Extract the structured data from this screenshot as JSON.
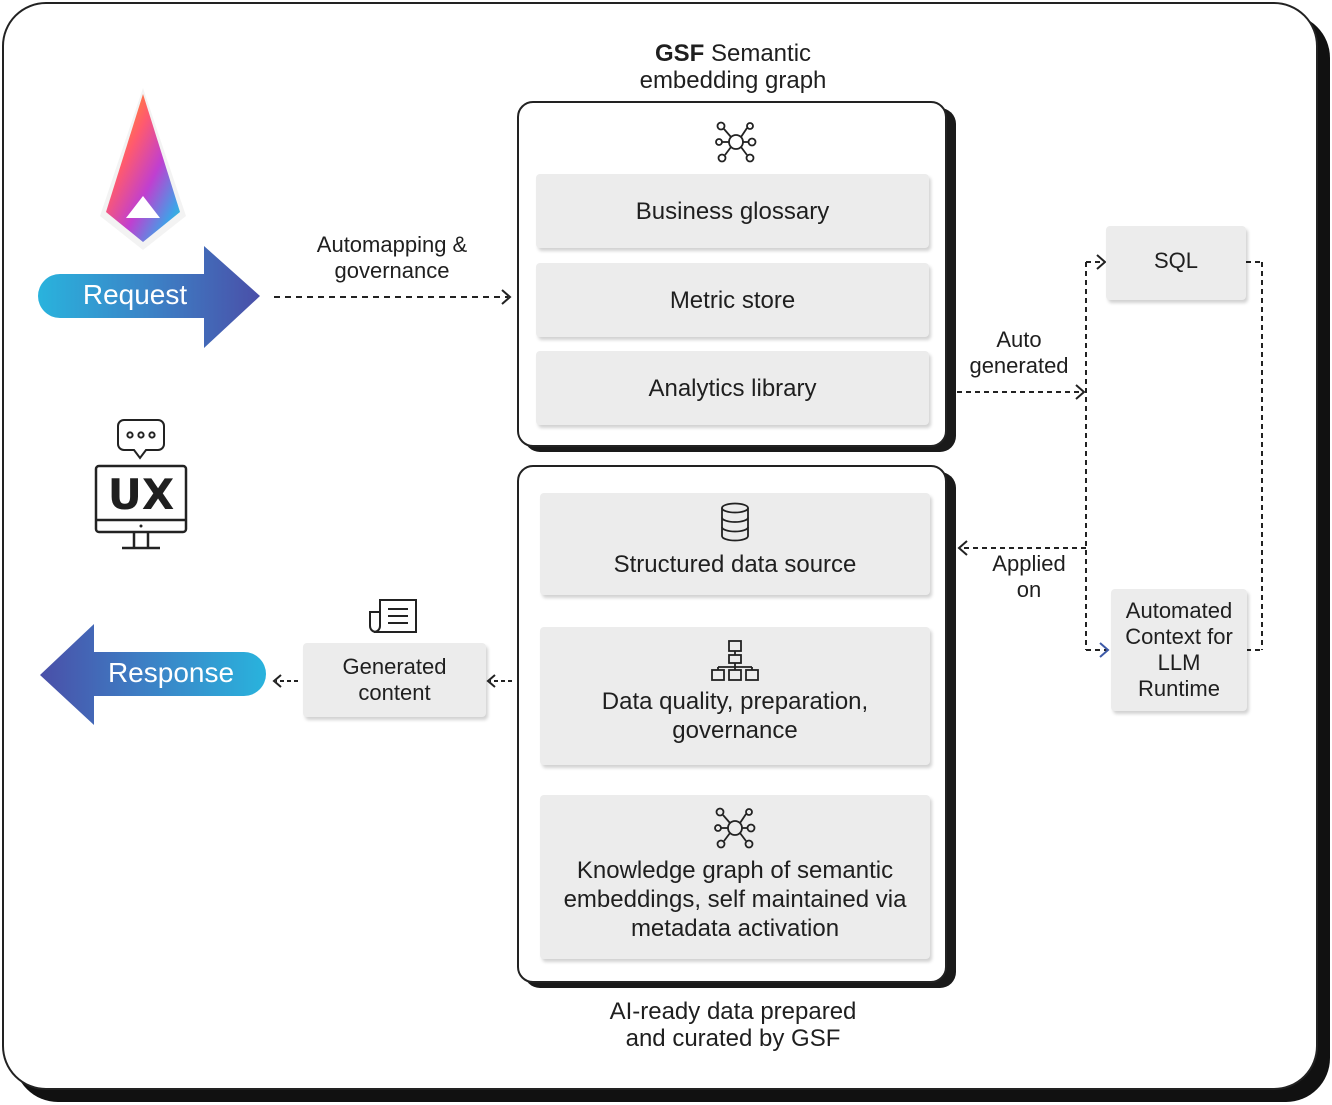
{
  "semantic_graph": {
    "title_bold": "GSF",
    "title_rest": " Semantic",
    "title_line2": "embedding graph",
    "items": [
      "Business glossary",
      "Metric store",
      "Analytics library"
    ]
  },
  "ai_ready": {
    "items": [
      {
        "label": "Structured data source",
        "icon": "database-icon"
      },
      {
        "label": "Data quality, preparation, governance",
        "icon": "hierarchy-icon"
      },
      {
        "label": "Knowledge graph of semantic embeddings, self maintained via metadata activation",
        "icon": "network-icon"
      }
    ],
    "caption_line1": "AI-ready data prepared",
    "caption_line2": "and curated by GSF"
  },
  "request": {
    "label": "Request"
  },
  "response": {
    "label": "Response"
  },
  "ux": {
    "label": "UX"
  },
  "edges": {
    "automapping_line1": "Automapping &",
    "automapping_line2": "governance",
    "auto_generated_line1": "Auto",
    "auto_generated_line2": "generated",
    "applied_on_line1": "Applied",
    "applied_on_line2": "on"
  },
  "outputs": {
    "sql": "SQL",
    "context": "Automated Context for LLM Runtime"
  },
  "generated_content": {
    "label": "Generated content"
  },
  "colors": {
    "arrow_start": "#29b3dd",
    "arrow_end": "#4a4fa8",
    "card_bg": "#ececec",
    "line": "#222222"
  }
}
